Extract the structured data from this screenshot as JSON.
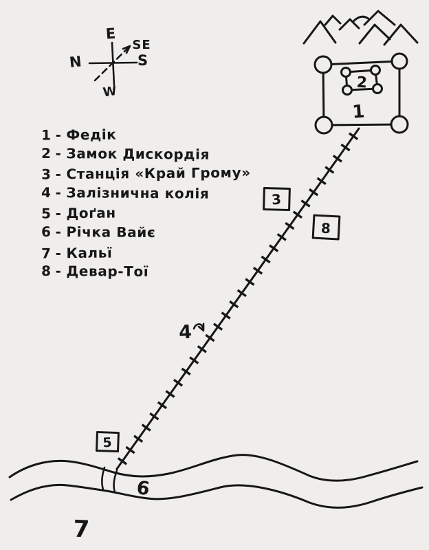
{
  "palette": {
    "paper": "#efeeec",
    "ink": "#171717"
  },
  "compass": {
    "east": "E",
    "southeast": "SE",
    "north": "N",
    "south": "S",
    "west": "W"
  },
  "legend": {
    "separator": "-",
    "items": [
      {
        "num": "1",
        "name": "Федік"
      },
      {
        "num": "2",
        "name": "Замок Дискордія"
      },
      {
        "num": "3",
        "name": "Станція «Край Грому»"
      },
      {
        "num": "4",
        "name": "Залізнична колія"
      },
      {
        "num": "5",
        "name": "Доґан"
      },
      {
        "num": "6",
        "name": "Річка Вайє"
      },
      {
        "num": "7",
        "name": "Кальї"
      },
      {
        "num": "8",
        "name": "Девар-Тої"
      }
    ]
  },
  "map": {
    "labels": {
      "fedic": "1",
      "castle_discordia": "2",
      "station": "3",
      "railway": "4",
      "dogan": "5",
      "river": "6",
      "calla": "7",
      "devar_toi": "8"
    }
  }
}
